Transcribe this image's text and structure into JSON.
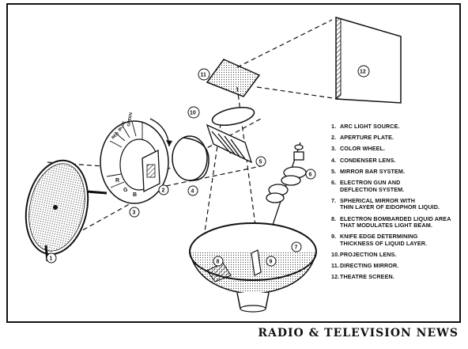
{
  "diagram": {
    "callouts": [
      "1",
      "2",
      "3",
      "4",
      "5",
      "6",
      "7",
      "8",
      "9",
      "10",
      "11",
      "12"
    ],
    "wheel_letters": [
      "R",
      "G",
      "B"
    ],
    "wheel_rim_labels": [
      "RED",
      "BLUE",
      "GREEN"
    ]
  },
  "legend": [
    {
      "num": "1.",
      "text": "ARC LIGHT SOURCE."
    },
    {
      "num": "2.",
      "text": "APERTURE PLATE."
    },
    {
      "num": "3.",
      "text": "COLOR WHEEL."
    },
    {
      "num": "4.",
      "text": "CONDENSER LENS."
    },
    {
      "num": "5.",
      "text": "MIRROR BAR SYSTEM."
    },
    {
      "num": "6.",
      "text": "ELECTRON GUN AND\nDEFLECTION SYSTEM."
    },
    {
      "num": "7.",
      "text": "SPHERICAL MIRROR WITH\nTHIN LAYER OF EIDOPHOR LIQUID."
    },
    {
      "num": "8.",
      "text": "ELECTRON BOMBARDED LIQUID AREA\nTHAT MODULATES LIGHT BEAM."
    },
    {
      "num": "9.",
      "text": "KNIFE EDGE DETERMINING\nTHICKNESS OF LIQUID LAYER."
    },
    {
      "num": "10.",
      "text": "PROJECTION LENS."
    },
    {
      "num": "11.",
      "text": "DIRECTING MIRROR."
    },
    {
      "num": "12.",
      "text": "THEATRE SCREEN."
    }
  ],
  "credit": "RADIO & TELEVISION NEWS"
}
